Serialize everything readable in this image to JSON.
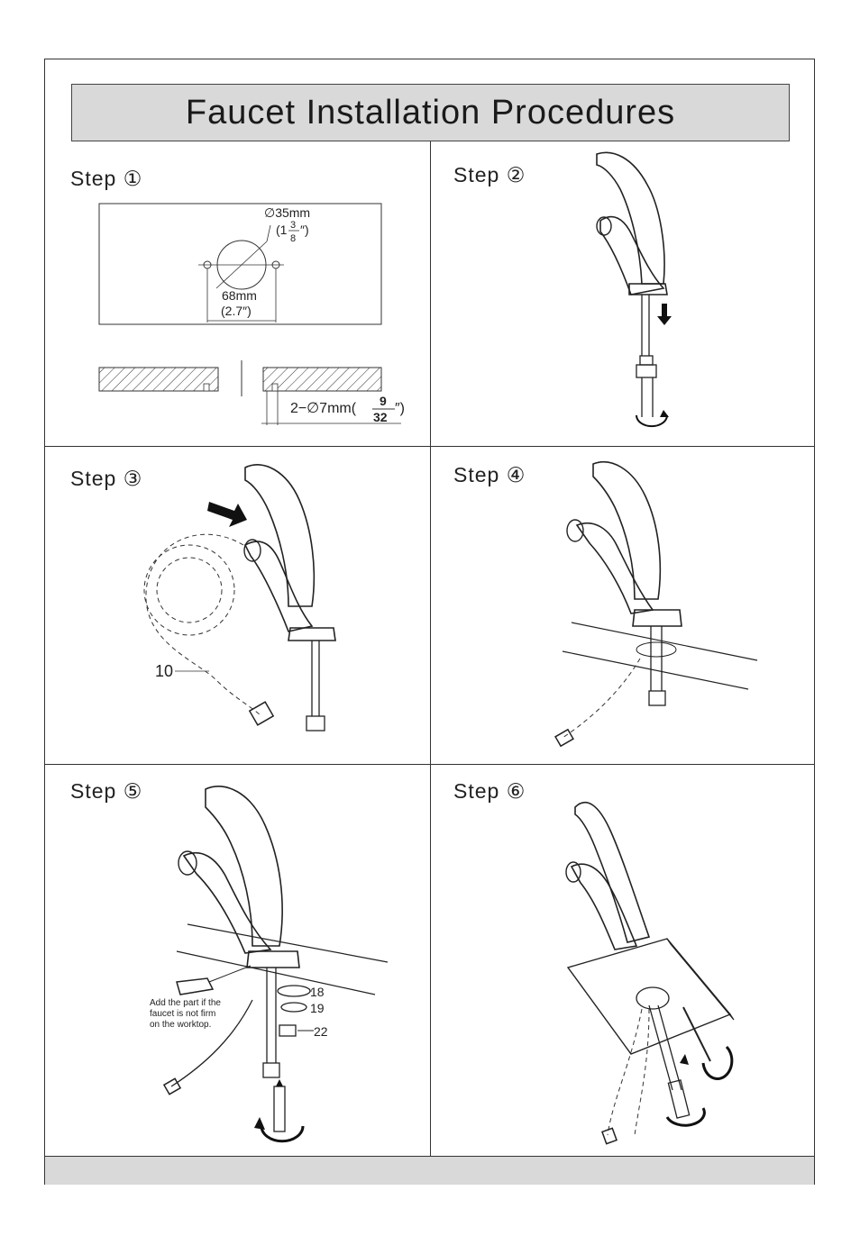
{
  "title": "Faucet Installation Procedures",
  "steps": [
    {
      "label": "Step ①"
    },
    {
      "label": "Step ②"
    },
    {
      "label": "Step ③"
    },
    {
      "label": "Step ④"
    },
    {
      "label": "Step ⑤"
    },
    {
      "label": "Step ⑥"
    }
  ],
  "step1": {
    "hole_diameter_mm": "∅35mm",
    "hole_diameter_in_open": "(1",
    "hole_diameter_in_num": "3",
    "hole_diameter_in_den": "8",
    "hole_diameter_in_close": "″)",
    "spacing_mm": "68mm",
    "spacing_in": "(2.7″)",
    "small_hole_prefix": "2−∅7mm(",
    "small_hole_num": "9",
    "small_hole_den": "32",
    "small_hole_suffix": "″)"
  },
  "step3": {
    "part_no": "10"
  },
  "step5": {
    "note": [
      "Add the part if the",
      "faucet is not firm",
      "on the worktop."
    ],
    "parts": [
      "18",
      "19",
      "22"
    ]
  }
}
